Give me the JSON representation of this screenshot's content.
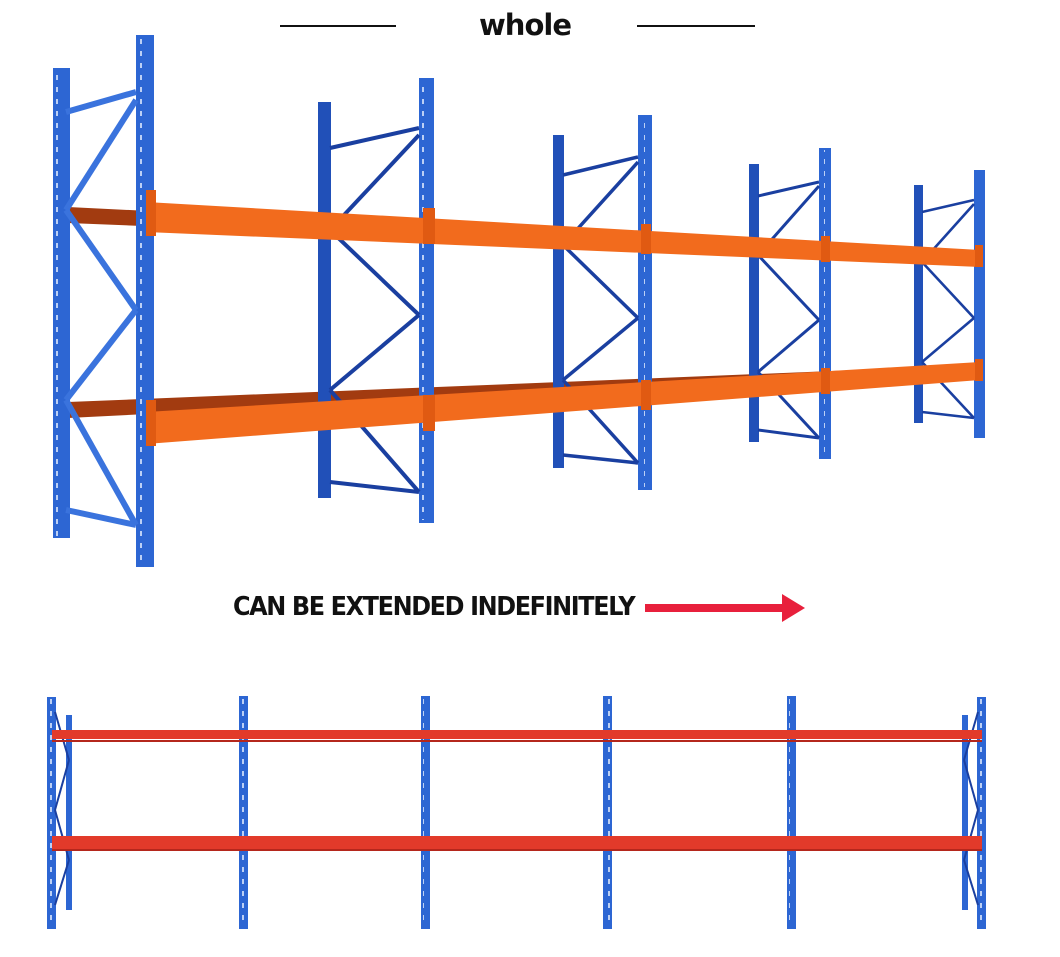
{
  "header": {
    "title": "whole"
  },
  "caption": {
    "text": "CAN BE EXTENDED INDEFINITELY",
    "arrow_color": "#e8203c"
  },
  "colors": {
    "upright_blue": "#2d66d3",
    "upright_dark": "#1a3fa0",
    "beam_orange": "#f26b1d",
    "beam_shadow": "#a23b10",
    "beam_red": "#e23a2a"
  },
  "illustrations": {
    "perspective": "pallet-rack-perspective",
    "front": "pallet-rack-front-view"
  }
}
